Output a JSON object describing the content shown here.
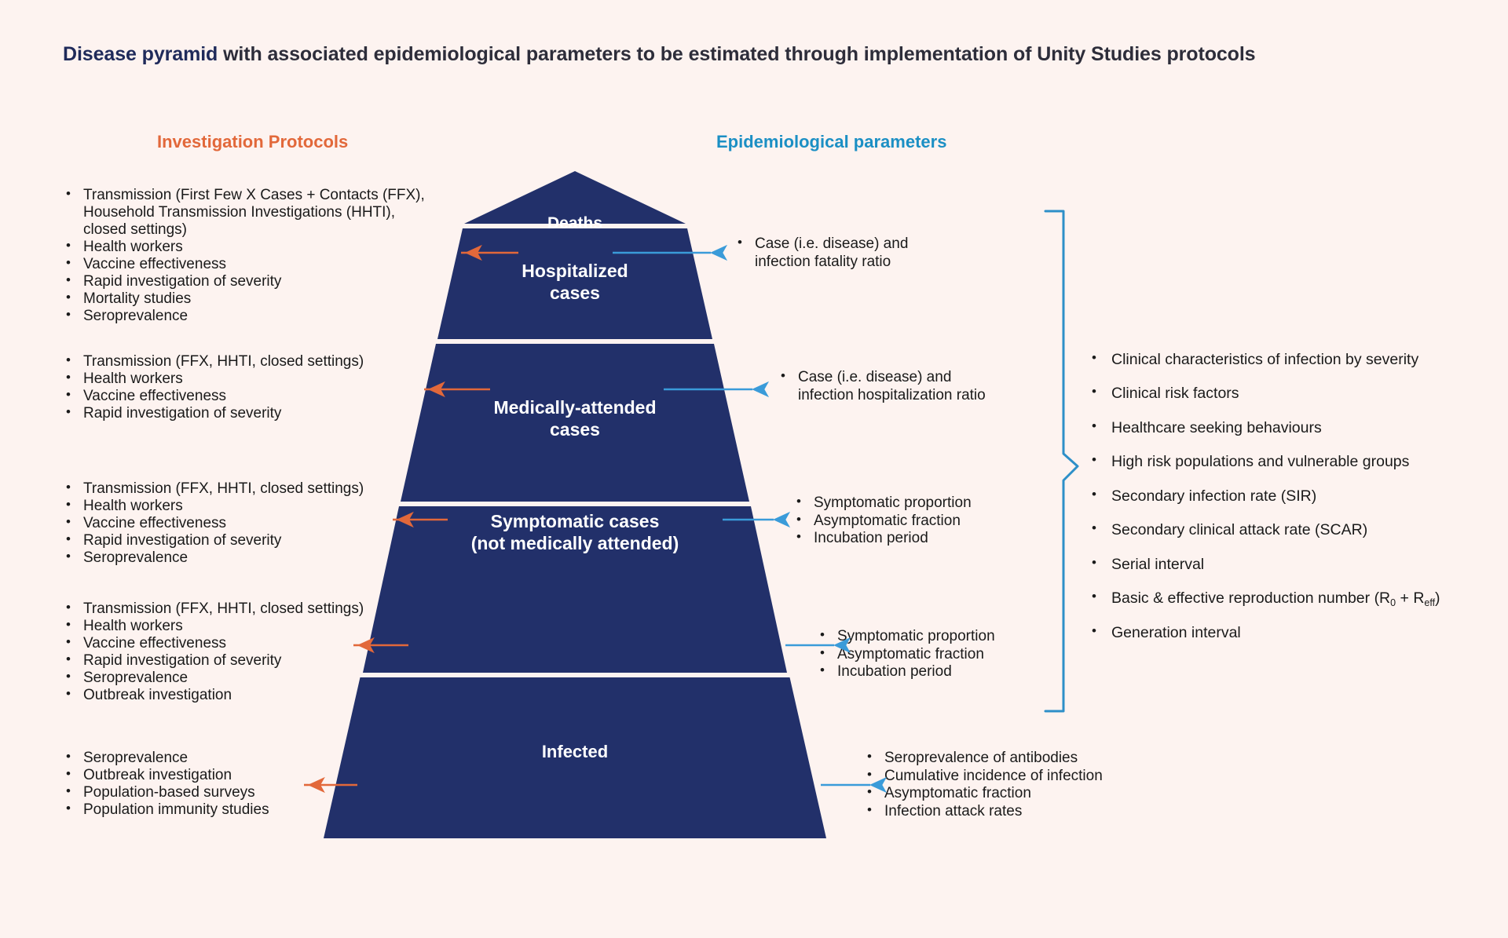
{
  "title": {
    "lead": "Disease pyramid",
    "rest": " with associated epidemiological parameters to be estimated through implementation of Unity Studies protocols"
  },
  "headers": {
    "left": "Investigation Protocols",
    "right": "Epidemiological parameters"
  },
  "colors": {
    "background": "#fdf3f0",
    "pyramid_fill": "#22306a",
    "pyramid_divider": "#ffffff",
    "left_accent": "#e2683a",
    "right_accent": "#3a9bd9",
    "brace": "#2d8fc8",
    "title_navy": "#22305e",
    "text": "#1a1a1a"
  },
  "pyramid": {
    "levels": [
      {
        "id": "deaths",
        "label": "Deaths"
      },
      {
        "id": "hospitalized",
        "label": "Hospitalized\ncases"
      },
      {
        "id": "medically-attended",
        "label": "Medically-attended\ncases"
      },
      {
        "id": "symptomatic",
        "label": "Symptomatic cases\n(not medically attended)"
      },
      {
        "id": "infected",
        "label": "Infected"
      }
    ]
  },
  "protocols": [
    {
      "for": "deaths",
      "items": [
        "Transmission (First Few X Cases + Contacts (FFX), Household Transmission Investigations (HHTI), closed settings)",
        "Health workers",
        "Vaccine effectiveness",
        "Rapid investigation of severity",
        "Mortality studies",
        "Seroprevalence"
      ]
    },
    {
      "for": "hospitalized",
      "items": [
        "Transmission (FFX, HHTI, closed settings)",
        "Health workers",
        "Vaccine effectiveness",
        "Rapid investigation of severity"
      ]
    },
    {
      "for": "medically-attended",
      "items": [
        "Transmission (FFX, HHTI, closed settings)",
        "Health workers",
        "Vaccine effectiveness",
        "Rapid investigation of severity",
        "Seroprevalence"
      ]
    },
    {
      "for": "symptomatic",
      "items": [
        "Transmission (FFX, HHTI, closed settings)",
        "Health workers",
        "Vaccine effectiveness",
        "Rapid investigation of severity",
        "Seroprevalence",
        "Outbreak investigation"
      ]
    },
    {
      "for": "infected",
      "items": [
        "Seroprevalence",
        "Outbreak investigation",
        "Population-based surveys",
        "Population immunity studies"
      ]
    }
  ],
  "parameters": [
    {
      "for": "deaths",
      "items": [
        "Case (i.e. disease) and infection fatality ratio"
      ]
    },
    {
      "for": "hospitalized",
      "items": [
        "Case (i.e. disease) and infection hospitalization ratio"
      ]
    },
    {
      "for": "medically-attended",
      "items": [
        "Symptomatic proportion",
        "Asymptomatic fraction",
        "Incubation period"
      ]
    },
    {
      "for": "symptomatic",
      "items": [
        "Symptomatic proportion",
        "Asymptomatic fraction",
        "Incubation period"
      ]
    },
    {
      "for": "infected",
      "items": [
        "Seroprevalence of antibodies",
        "Cumulative incidence of infection",
        "Asymptomatic fraction",
        "Infection attack rates"
      ]
    }
  ],
  "cross_cutting_parameters": [
    "Clinical characteristics of infection by severity",
    "Clinical risk factors",
    "Healthcare seeking behaviours",
    "High risk populations and vulnerable groups",
    "Secondary infection rate (SIR)",
    "Secondary clinical attack rate (SCAR)",
    "Serial interval",
    "Basic &amp; effective reproduction number (R0 + Reff)",
    "Generation interval"
  ],
  "cross_cutting_reproduction_number": {
    "prefix": "Basic & effective reproduction number (R",
    "sub1": "0",
    "middle": " + R",
    "sub2": "eff",
    "suffix": ")"
  }
}
